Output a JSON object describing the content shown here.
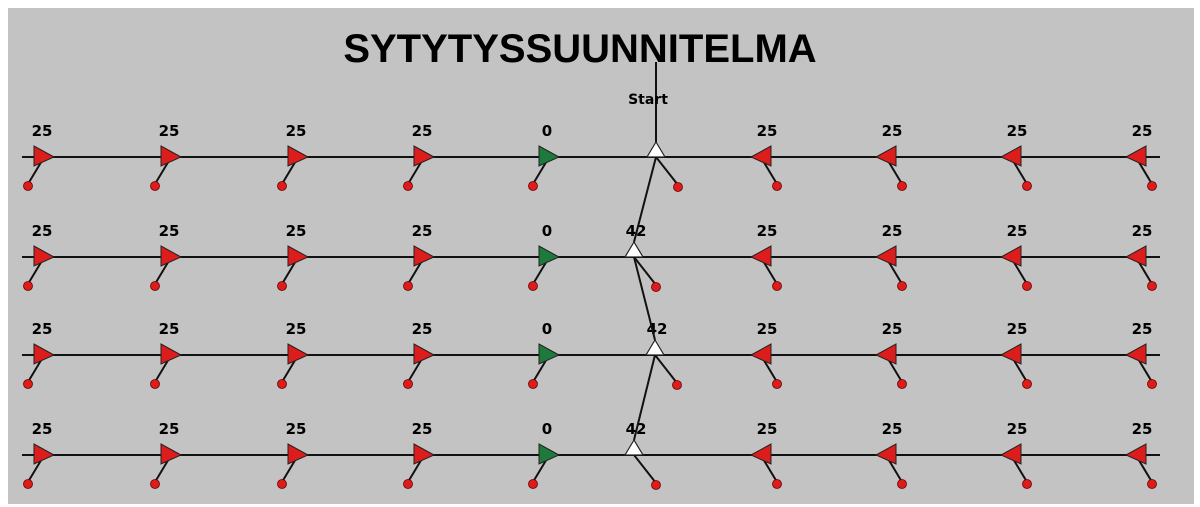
{
  "title": "SYTYTYSSUUNNITELMA",
  "start_label": "Start",
  "colors": {
    "background": "#c3c3c3",
    "line": "#111111",
    "red": "#dd1c1c",
    "green": "#1e7a3c",
    "start": "#ffffff"
  },
  "rows": [
    {
      "holes": [
        {
          "delay": "25",
          "color": "red",
          "dir": "right"
        },
        {
          "delay": "25",
          "color": "red",
          "dir": "right"
        },
        {
          "delay": "25",
          "color": "red",
          "dir": "right"
        },
        {
          "delay": "25",
          "color": "red",
          "dir": "right"
        },
        {
          "delay": "0",
          "color": "green",
          "dir": "right"
        },
        {
          "delay": "25",
          "color": "red",
          "dir": "left"
        },
        {
          "delay": "25",
          "color": "red",
          "dir": "left"
        },
        {
          "delay": "25",
          "color": "red",
          "dir": "left"
        },
        {
          "delay": "25",
          "color": "red",
          "dir": "left"
        }
      ],
      "connector": {
        "delay": ""
      }
    },
    {
      "holes": [
        {
          "delay": "25",
          "color": "red",
          "dir": "right"
        },
        {
          "delay": "25",
          "color": "red",
          "dir": "right"
        },
        {
          "delay": "25",
          "color": "red",
          "dir": "right"
        },
        {
          "delay": "25",
          "color": "red",
          "dir": "right"
        },
        {
          "delay": "0",
          "color": "green",
          "dir": "right"
        },
        {
          "delay": "25",
          "color": "red",
          "dir": "left"
        },
        {
          "delay": "25",
          "color": "red",
          "dir": "left"
        },
        {
          "delay": "25",
          "color": "red",
          "dir": "left"
        },
        {
          "delay": "25",
          "color": "red",
          "dir": "left"
        }
      ],
      "connector": {
        "delay": "42"
      }
    },
    {
      "holes": [
        {
          "delay": "25",
          "color": "red",
          "dir": "right"
        },
        {
          "delay": "25",
          "color": "red",
          "dir": "right"
        },
        {
          "delay": "25",
          "color": "red",
          "dir": "right"
        },
        {
          "delay": "25",
          "color": "red",
          "dir": "right"
        },
        {
          "delay": "0",
          "color": "green",
          "dir": "right"
        },
        {
          "delay": "25",
          "color": "red",
          "dir": "left"
        },
        {
          "delay": "25",
          "color": "red",
          "dir": "left"
        },
        {
          "delay": "25",
          "color": "red",
          "dir": "left"
        },
        {
          "delay": "25",
          "color": "red",
          "dir": "left"
        }
      ],
      "connector": {
        "delay": "42"
      }
    },
    {
      "holes": [
        {
          "delay": "25",
          "color": "red",
          "dir": "right"
        },
        {
          "delay": "25",
          "color": "red",
          "dir": "right"
        },
        {
          "delay": "25",
          "color": "red",
          "dir": "right"
        },
        {
          "delay": "25",
          "color": "red",
          "dir": "right"
        },
        {
          "delay": "0",
          "color": "green",
          "dir": "right"
        },
        {
          "delay": "25",
          "color": "red",
          "dir": "left"
        },
        {
          "delay": "25",
          "color": "red",
          "dir": "left"
        },
        {
          "delay": "25",
          "color": "red",
          "dir": "left"
        },
        {
          "delay": "25",
          "color": "red",
          "dir": "left"
        }
      ],
      "connector": {
        "delay": "42"
      }
    }
  ]
}
